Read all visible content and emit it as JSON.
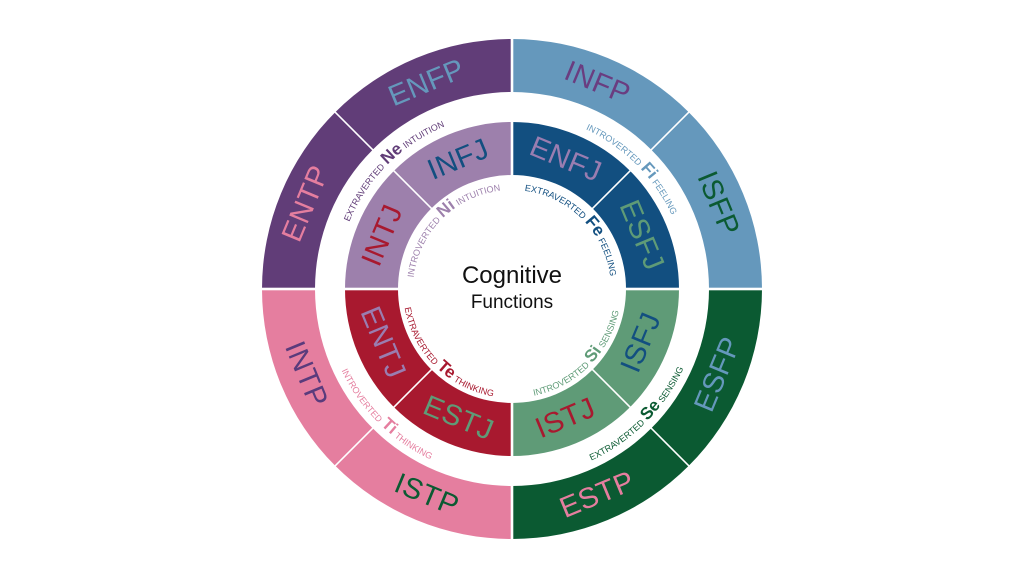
{
  "title": {
    "line1": "Cognitive",
    "line2": "Functions"
  },
  "quadrants": [
    {
      "position": "top-right",
      "outer_color": "#6598bc",
      "inner_color": "#124f80",
      "outer": [
        {
          "label": "INFP",
          "color": "#6a3d80"
        },
        {
          "label": "ISFP",
          "color": "#0b5a32"
        }
      ],
      "inner": [
        {
          "label": "ENFJ",
          "color": "#9a7db0"
        },
        {
          "label": "ESFJ",
          "color": "#5f9b77"
        }
      ],
      "outer_function": {
        "prefix": "INTROVERTED",
        "code": "Fi",
        "suffix": "FEELING",
        "color": "#6598bc"
      },
      "inner_function": {
        "prefix": "EXTRAVERTED",
        "code": "Fe",
        "suffix": "FEELING",
        "color": "#124f80"
      }
    },
    {
      "position": "bottom-right",
      "outer_color": "#0b5a32",
      "inner_color": "#5f9b77",
      "outer": [
        {
          "label": "ESFP",
          "color": "#6598bc"
        },
        {
          "label": "ESTP",
          "color": "#e57e9f"
        }
      ],
      "inner": [
        {
          "label": "ISFJ",
          "color": "#124f80"
        },
        {
          "label": "ISTJ",
          "color": "#a8192f"
        }
      ],
      "outer_function": {
        "prefix": "EXTRAVERTED",
        "code": "Se",
        "suffix": "SENSING",
        "color": "#0b5a32"
      },
      "inner_function": {
        "prefix": "INTROVERTED",
        "code": "Si",
        "suffix": "SENSING",
        "color": "#5f9b77"
      }
    },
    {
      "position": "bottom-left",
      "outer_color": "#e57e9f",
      "inner_color": "#a8192f",
      "outer": [
        {
          "label": "ISTP",
          "color": "#0b5a32"
        },
        {
          "label": "INTP",
          "color": "#5a3b7c"
        }
      ],
      "inner": [
        {
          "label": "ESTJ",
          "color": "#5f9b77"
        },
        {
          "label": "ENTJ",
          "color": "#9a7db0"
        }
      ],
      "outer_function": {
        "prefix": "INTROVERTED",
        "code": "Ti",
        "suffix": "THINKING",
        "color": "#e57e9f"
      },
      "inner_function": {
        "prefix": "EXTRAVERTED",
        "code": "Te",
        "suffix": "THINKING",
        "color": "#a8192f"
      }
    },
    {
      "position": "top-left",
      "outer_color": "#613d78",
      "inner_color": "#9d80ac",
      "outer": [
        {
          "label": "ENTP",
          "color": "#e57e9f"
        },
        {
          "label": "ENFP",
          "color": "#6598bc"
        }
      ],
      "inner": [
        {
          "label": "INTJ",
          "color": "#a8192f"
        },
        {
          "label": "INFJ",
          "color": "#124f80"
        }
      ],
      "outer_function": {
        "prefix": "EXTRAVERTED",
        "code": "Ne",
        "suffix": "INTUITION",
        "color": "#613d78"
      },
      "inner_function": {
        "prefix": "INTROVERTED",
        "code": "Ni",
        "suffix": "INTUITION",
        "color": "#9d80ac"
      }
    }
  ]
}
